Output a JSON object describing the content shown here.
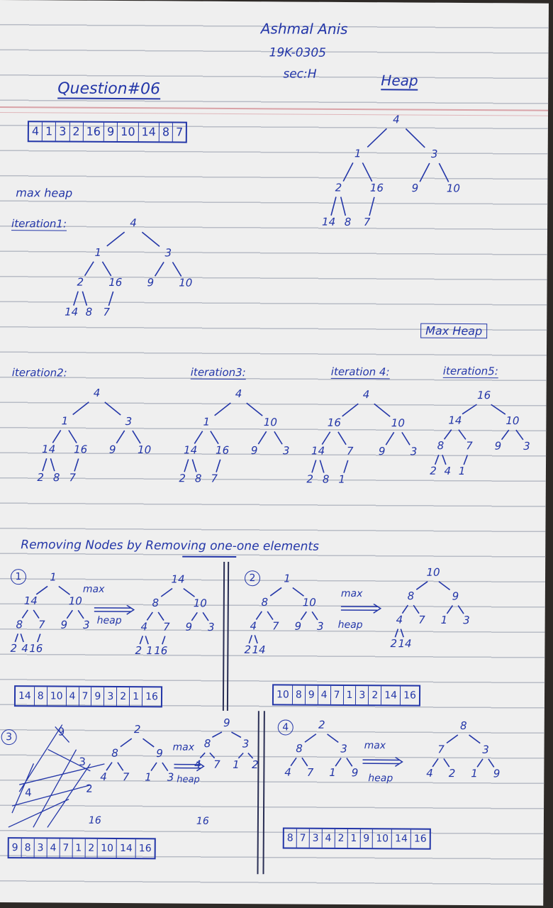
{
  "header": {
    "name": "Ashmal Anis",
    "id": "19K-0305",
    "section": "sec:H",
    "question": "Question#06",
    "heap_label": "Heap"
  },
  "input_array": [
    "4",
    "1",
    "3",
    "2",
    "16",
    "9",
    "10",
    "14",
    "8",
    "7"
  ],
  "labels": {
    "max_heap": "max heap",
    "iter1": "iteration1:",
    "iter2": "iteration2:",
    "iter3": "iteration3:",
    "iter4": "iteration 4:",
    "iter5": "iteration5:",
    "max_heap_box": "Max Heap",
    "removing_title": "Removing Nodes by Removing one-one elements",
    "max": "max",
    "heap": "heap",
    "step1": "1",
    "step2": "2",
    "step3": "3",
    "step4": "4"
  },
  "trees": {
    "heap": [
      "4",
      "1",
      "3",
      "2",
      "16",
      "9",
      "10",
      "14",
      "8",
      "7"
    ],
    "iter1": [
      "4",
      "1",
      "3",
      "2",
      "16",
      "9",
      "10",
      "14",
      "8",
      "7"
    ],
    "iter2": [
      "4",
      "1",
      "3",
      "14",
      "16",
      "9",
      "10",
      "2",
      "8",
      "7"
    ],
    "iter3": [
      "4",
      "1",
      "10",
      "14",
      "16",
      "9",
      "3",
      "2",
      "8",
      "7"
    ],
    "iter4": [
      "4",
      "16",
      "10",
      "14",
      "7",
      "9",
      "3",
      "2",
      "8",
      "1"
    ],
    "iter5": [
      "16",
      "14",
      "10",
      "8",
      "7",
      "9",
      "3",
      "2",
      "4",
      "1"
    ],
    "r1_before": [
      "1",
      "14",
      "10",
      "8",
      "7",
      "9",
      "3",
      "2",
      "4",
      "16"
    ],
    "r1_after": [
      "14",
      "8",
      "10",
      "4",
      "7",
      "9",
      "3",
      "2",
      "1",
      "16"
    ],
    "r2_before": [
      "1",
      "8",
      "10",
      "4",
      "7",
      "9",
      "3",
      "2",
      "14"
    ],
    "r2_after": [
      "10",
      "8",
      "9",
      "4",
      "7",
      "1",
      "3",
      "2",
      "14"
    ],
    "r3_before": [
      "2",
      "8",
      "9",
      "4",
      "7",
      "1",
      "3"
    ],
    "r3_after": [
      "9",
      "8",
      "3",
      "4",
      "7",
      "1",
      "2"
    ],
    "r3_extra": "16",
    "r4_before": [
      "2",
      "8",
      "3",
      "4",
      "7",
      "1",
      "9"
    ],
    "r4_after": [
      "8",
      "7",
      "3",
      "4",
      "2",
      "1",
      "9"
    ]
  },
  "result_arrays": {
    "r1": [
      "14",
      "8",
      "10",
      "4",
      "7",
      "9",
      "3",
      "2",
      "1",
      "16"
    ],
    "r2": [
      "10",
      "8",
      "9",
      "4",
      "7",
      "1",
      "3",
      "2",
      "14",
      "16"
    ],
    "r3": [
      "9",
      "8",
      "3",
      "4",
      "7",
      "1",
      "2",
      "10",
      "14",
      "16"
    ],
    "r4": [
      "8",
      "7",
      "3",
      "4",
      "2",
      "1",
      "9",
      "10",
      "14",
      "16"
    ]
  }
}
